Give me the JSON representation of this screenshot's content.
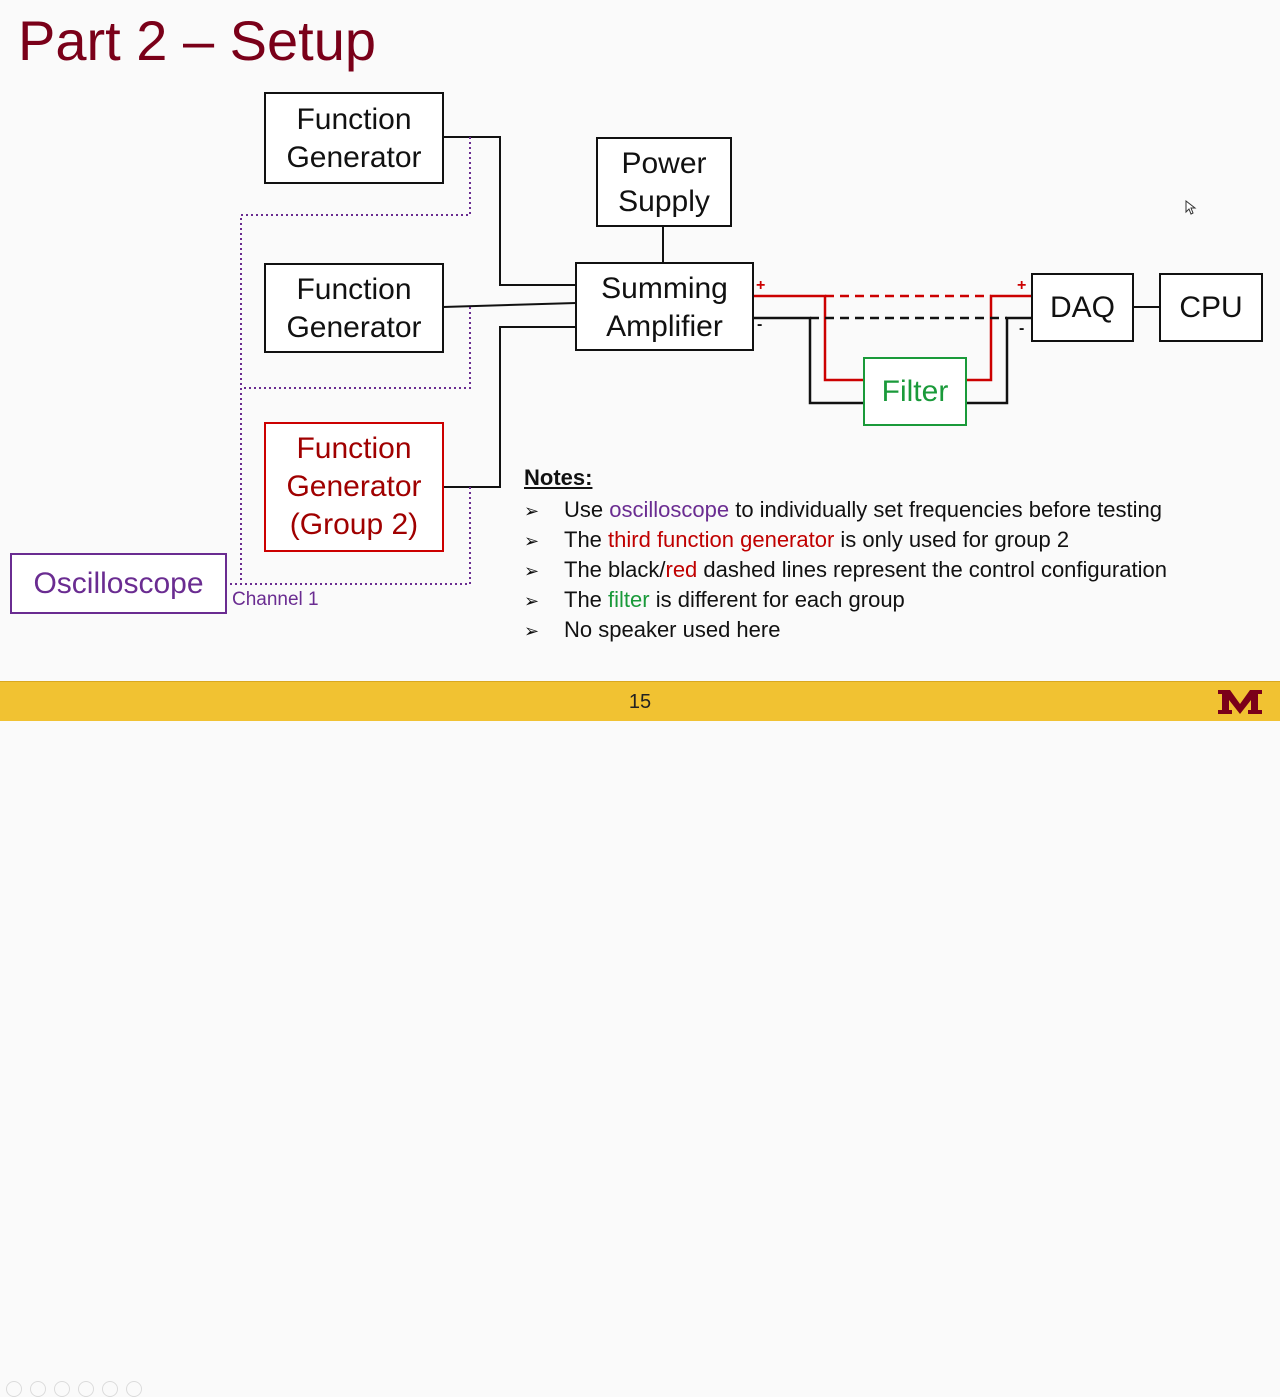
{
  "slide": {
    "title": "Part 2 – Setup",
    "page_number": "15"
  },
  "diagram": {
    "fg1": {
      "line1": "Function",
      "line2": "Generator"
    },
    "fg2": {
      "line1": "Function",
      "line2": "Generator"
    },
    "fg3": {
      "line1": "Function",
      "line2": "Generator",
      "line3": "(Group 2)"
    },
    "power_supply": {
      "line1": "Power",
      "line2": "Supply"
    },
    "summing_amp": {
      "line1": "Summing",
      "line2": "Amplifier"
    },
    "filter": "Filter",
    "daq": "DAQ",
    "cpu": "CPU",
    "oscilloscope": "Oscilloscope",
    "channel_label": "Channel 1",
    "plus_sign": "+",
    "minus_sign": "-"
  },
  "notes": {
    "title": "Notes:",
    "bullet": "➢",
    "items": [
      {
        "pre": "Use ",
        "hl": "oscilloscope",
        "post": " to individually set frequencies before testing",
        "color": "#6a2c91"
      },
      {
        "pre": "The ",
        "hl": "third function generator",
        "post": " is only used for group 2",
        "color": "#c00000"
      },
      {
        "pre": "The black/",
        "hl": "red",
        "post": " dashed lines represent the control configuration",
        "color": "#c00000"
      },
      {
        "pre": "The ",
        "hl": "filter",
        "post": " is different for each group",
        "color": "#1a9a3a"
      },
      {
        "pre": "No speaker used here",
        "hl": "",
        "post": "",
        "color": "#111111"
      }
    ]
  },
  "colors": {
    "title": "#7a0019",
    "footer": "#f1c232",
    "red_wire": "#cc0000",
    "green_filter": "#1a9a3a",
    "purple_scope": "#6a2c91"
  },
  "icons": [
    "cursor-icon",
    "university-logo-icon",
    "slide-toolbar-icons"
  ]
}
